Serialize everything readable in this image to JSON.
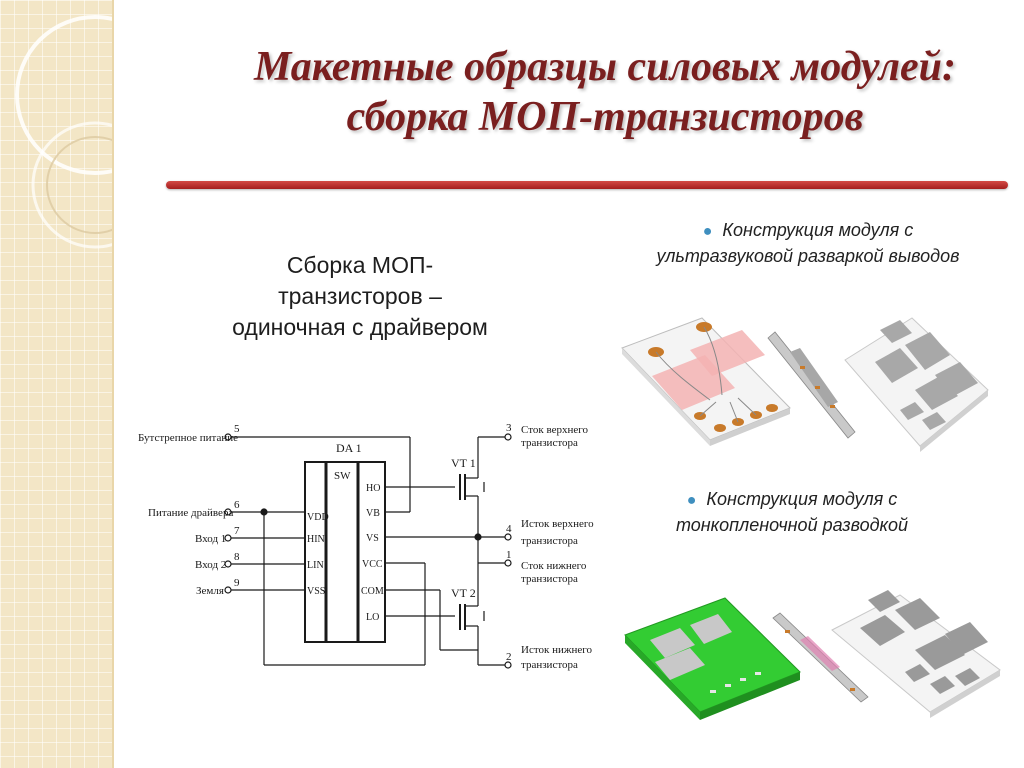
{
  "slide": {
    "title_line1": "Макетные образцы силовых модулей:",
    "title_line2": "сборка МОП-транзисторов",
    "subtitle_line1": "Сборка МОП-",
    "subtitle_line2": "транзисторов –",
    "subtitle_line3": "одиночная с драйвером"
  },
  "bullets": [
    {
      "line1": "Конструкция модуля с",
      "line2": "ультразвуковой разваркой выводов"
    },
    {
      "line1": "Конструкция модуля с",
      "line2": "тонкопленочной разводкой"
    }
  ],
  "schematic": {
    "chip_label": "DA 1",
    "chip_sub": "SW",
    "vt1": "VT 1",
    "vt2": "VT 2",
    "left_pins": [
      "VDD",
      "HIN",
      "LIN",
      "VSS"
    ],
    "right_pins": [
      "HO",
      "VB",
      "VS",
      "VCC",
      "COM",
      "LO"
    ],
    "terminals": {
      "t5": {
        "num": "5",
        "label": "Бутстрепное питание"
      },
      "t6": {
        "num": "6",
        "label": "Питание драйвера"
      },
      "t7": {
        "num": "7",
        "label": "Вход 1"
      },
      "t8": {
        "num": "8",
        "label": "Вход 2"
      },
      "t9": {
        "num": "9",
        "label": "Земля"
      },
      "t3": {
        "num": "3",
        "label1": "Сток верхнего",
        "label2": "транзистора"
      },
      "t4": {
        "num": "4",
        "label1": "Исток верхнего",
        "label2": "транзистора"
      },
      "t1": {
        "num": "1",
        "label1": "Сток нижнего",
        "label2": "транзистора"
      },
      "t2": {
        "num": "2",
        "label1": "Исток нижнего",
        "label2": "транзистора"
      }
    }
  },
  "colors": {
    "title": "#7a1f1f",
    "rule": "#b52525",
    "bullet": "#3f8fbf",
    "substrate_green": "#33cc33",
    "pad_gray": "#a8a8a8",
    "wire_orange": "#c87a2a"
  }
}
